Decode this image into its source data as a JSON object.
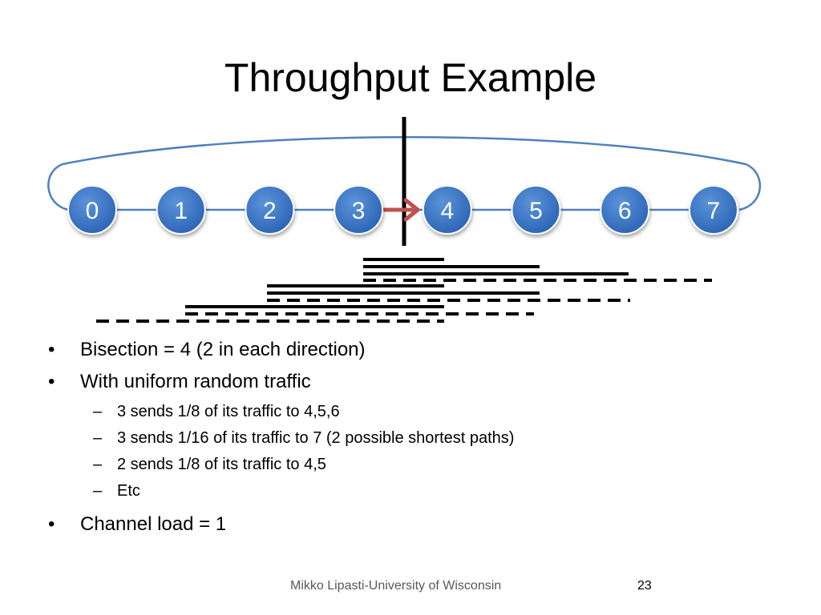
{
  "slide": {
    "title": "Throughput Example"
  },
  "diagram": {
    "nodes": [
      "0",
      "1",
      "2",
      "3",
      "4",
      "5",
      "6",
      "7"
    ],
    "node_color": "#2e6fc4",
    "ring_color": "#4f81bd",
    "arrow_color": "#c0504d",
    "bisection_color": "#000000"
  },
  "bullets": [
    {
      "text": "Bisection = 4 (2 in each direction)"
    },
    {
      "text": "With uniform random traffic",
      "sub": [
        "3 sends 1/8 of its traffic to 4,5,6",
        "3 sends 1/16 of its traffic to 7 (2 possible shortest paths)",
        "2 sends 1/8 of its traffic to 4,5",
        "Etc"
      ]
    },
    {
      "text": "Channel load = 1"
    }
  ],
  "footer": {
    "text": "Mikko Lipasti-University of Wisconsin",
    "page": "23"
  }
}
